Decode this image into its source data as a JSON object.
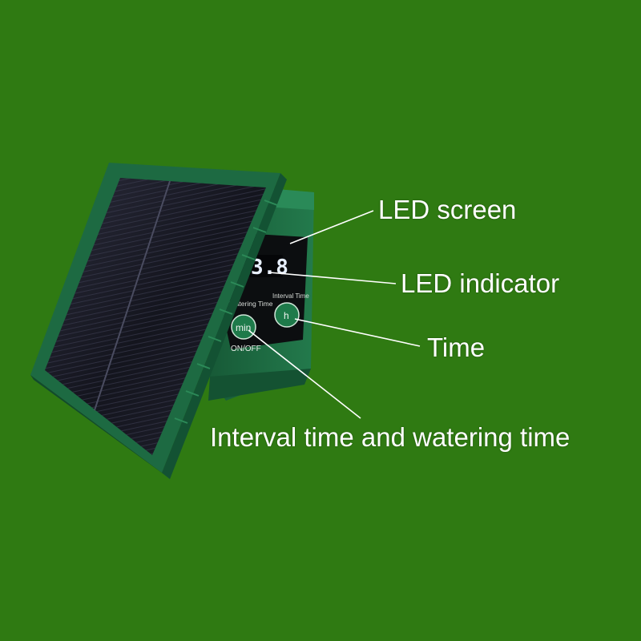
{
  "background_color": "#2f7a12",
  "device": {
    "display_digits": "3.8",
    "watering_time_label": "Watering Time",
    "interval_time_label": "Interval Time",
    "min_button_label": "min",
    "h_button_label": "h",
    "on_off_label": "ON/OFF",
    "colors": {
      "housing": "#1f6e45",
      "panel_frame": "#1d6a42",
      "solar_cells": "#15161f",
      "led_digits": "#e8f0ff"
    }
  },
  "callouts": {
    "led_screen": "LED screen",
    "led_indicator": "LED indicator",
    "time": "Time",
    "interval_watering": "Interval time and watering time"
  }
}
